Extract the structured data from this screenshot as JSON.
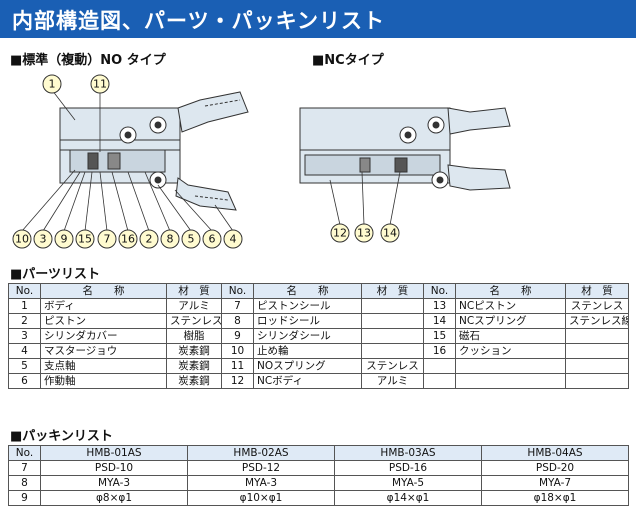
{
  "title": "内部構造図、パーツ・パッキンリスト",
  "diagram_no": {
    "heading": "■標準（複動）NO タイプ"
  },
  "diagram_nc": {
    "heading": "■NCタイプ"
  },
  "callouts_no_top": [
    "1",
    "11"
  ],
  "callouts_no_bottom": [
    "10",
    "3",
    "9",
    "15",
    "7",
    "16",
    "2",
    "8",
    "5",
    "6",
    "4"
  ],
  "callouts_nc_bottom": [
    "12",
    "13",
    "14"
  ],
  "parts": {
    "heading": "■パーツリスト",
    "header": {
      "no": "No.",
      "name": "名　　称",
      "material": "材　質"
    },
    "rows": [
      [
        {
          "no": "1",
          "name": "ボディ",
          "mat": "アルミ"
        },
        {
          "no": "7",
          "name": "ピストンシール",
          "mat": ""
        },
        {
          "no": "13",
          "name": "NCピストン",
          "mat": "ステンレス"
        }
      ],
      [
        {
          "no": "2",
          "name": "ピストン",
          "mat": "ステンレス"
        },
        {
          "no": "8",
          "name": "ロッドシール",
          "mat": ""
        },
        {
          "no": "14",
          "name": "NCスプリング",
          "mat": "ステンレス線"
        }
      ],
      [
        {
          "no": "3",
          "name": "シリンダカバー",
          "mat": "樹脂"
        },
        {
          "no": "9",
          "name": "シリンダシール",
          "mat": ""
        },
        {
          "no": "15",
          "name": "磁石",
          "mat": ""
        }
      ],
      [
        {
          "no": "4",
          "name": "マスタージョウ",
          "mat": "炭素鋼"
        },
        {
          "no": "10",
          "name": "止め輪",
          "mat": ""
        },
        {
          "no": "16",
          "name": "クッション",
          "mat": ""
        }
      ],
      [
        {
          "no": "5",
          "name": "支点軸",
          "mat": "炭素鋼"
        },
        {
          "no": "11",
          "name": "NOスプリング",
          "mat": "ステンレス"
        },
        {
          "no": "",
          "name": "",
          "mat": ""
        }
      ],
      [
        {
          "no": "6",
          "name": "作動軸",
          "mat": "炭素鋼"
        },
        {
          "no": "12",
          "name": "NCボディ",
          "mat": "アルミ"
        },
        {
          "no": "",
          "name": "",
          "mat": ""
        }
      ]
    ]
  },
  "packing": {
    "heading": "■パッキンリスト",
    "header": [
      "No.",
      "HMB-01AS",
      "HMB-02AS",
      "HMB-03AS",
      "HMB-04AS"
    ],
    "rows": [
      [
        "7",
        "PSD-10",
        "PSD-12",
        "PSD-16",
        "PSD-20"
      ],
      [
        "8",
        "MYA-3",
        "MYA-3",
        "MYA-5",
        "MYA-7"
      ],
      [
        "9",
        "φ8×φ1",
        "φ10×φ1",
        "φ14×φ1",
        "φ18×φ1"
      ]
    ]
  },
  "colors": {
    "title_bg": "#1a5fb4",
    "diagram_fill": "#dde7ef",
    "header_fill": "#dfeaf6",
    "callout_fill": "#fffbd0"
  }
}
